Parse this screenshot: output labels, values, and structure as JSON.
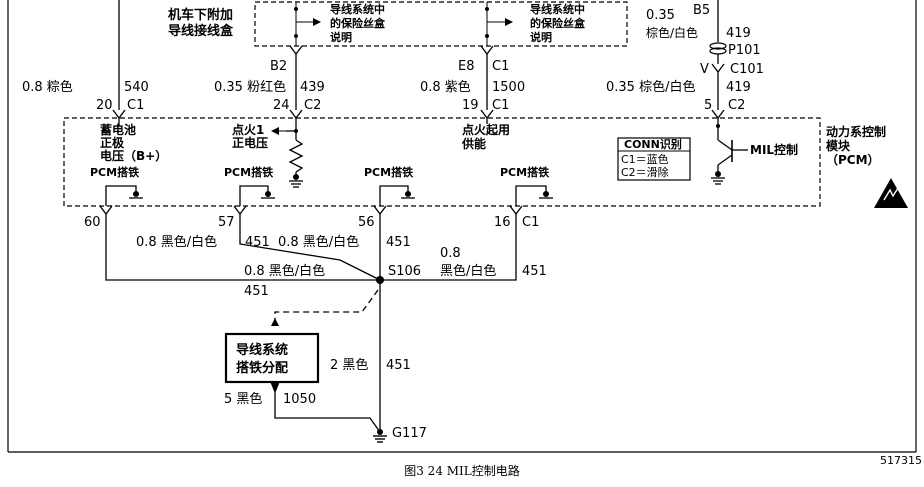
{
  "top_box": {
    "label_line1": "机车下附加",
    "label_line2": "导线接线盒",
    "fuse_note_1": [
      "导线系统中",
      "的保险丝盒",
      "说明"
    ],
    "fuse_note_2": [
      "导线系统中",
      "的保险丝盒",
      "说明"
    ]
  },
  "wires": {
    "w540_gauge": "0.8 粽色",
    "w540_circuit": "540",
    "w540_pin": "20",
    "w540_conn": "C1",
    "w439_conn_top": "B2",
    "w439_gauge": "0.35 粉红色",
    "w439_circuit": "439",
    "w439_pin": "24",
    "w439_conn": "C2",
    "w1500_conn_top": "E8",
    "w1500_conn_top2": "C1",
    "w1500_gauge": "0.8 紫色",
    "w1500_circuit": "1500",
    "w1500_pin": "19",
    "w1500_conn": "C1",
    "w419_size_top": "0.35",
    "w419_conn_top": "B5",
    "w419_color_top": "棕色/白色",
    "w419_circuit_top": "419",
    "p101": "P101",
    "v_label": "V",
    "c101": "C101",
    "w419_gauge": "0.35 棕色/白色",
    "w419_circuit": "419",
    "w419_pin": "5",
    "w419_conn": "C2"
  },
  "pcm": {
    "battery_label": [
      "蓄电池",
      "正极",
      "电压（B+）"
    ],
    "ign_label": [
      "点火1",
      "正电压"
    ],
    "start_label": [
      "点火起用",
      "供能"
    ],
    "ground_label": "PCM搭铁",
    "conn_table_title": "CONN识别",
    "conn_table_row1": "C1＝蓝色",
    "conn_table_row2": "C2＝滑除",
    "mil_label": "MIL控制",
    "module_label": [
      "动力系控制",
      "模块",
      "（PCM）"
    ]
  },
  "grounds": {
    "pin60": "60",
    "pin57": "57",
    "g57_gauge": "0.8 黑色/白色",
    "g57_circuit": "451",
    "pin56": "56",
    "g56_gauge": "0.8 黑色/白色",
    "g56_circuit": "451",
    "pin16": "16",
    "pin16_conn": "C1",
    "g16_size": "0.8",
    "g16_color": "黑色/白色",
    "g16_circuit": "451",
    "left_gauge": "0.8 黑色/白色",
    "left_circuit": "451",
    "splice": "S106",
    "dist_box": [
      "导线系统",
      "搭铁分配"
    ],
    "main_gauge": "2 黑色",
    "main_circuit": "451",
    "side_gauge": "5 黑色",
    "side_circuit": "1050",
    "ground_name": "G117"
  },
  "figure_id": "517315",
  "caption": "图3 24   MIL控制电路"
}
